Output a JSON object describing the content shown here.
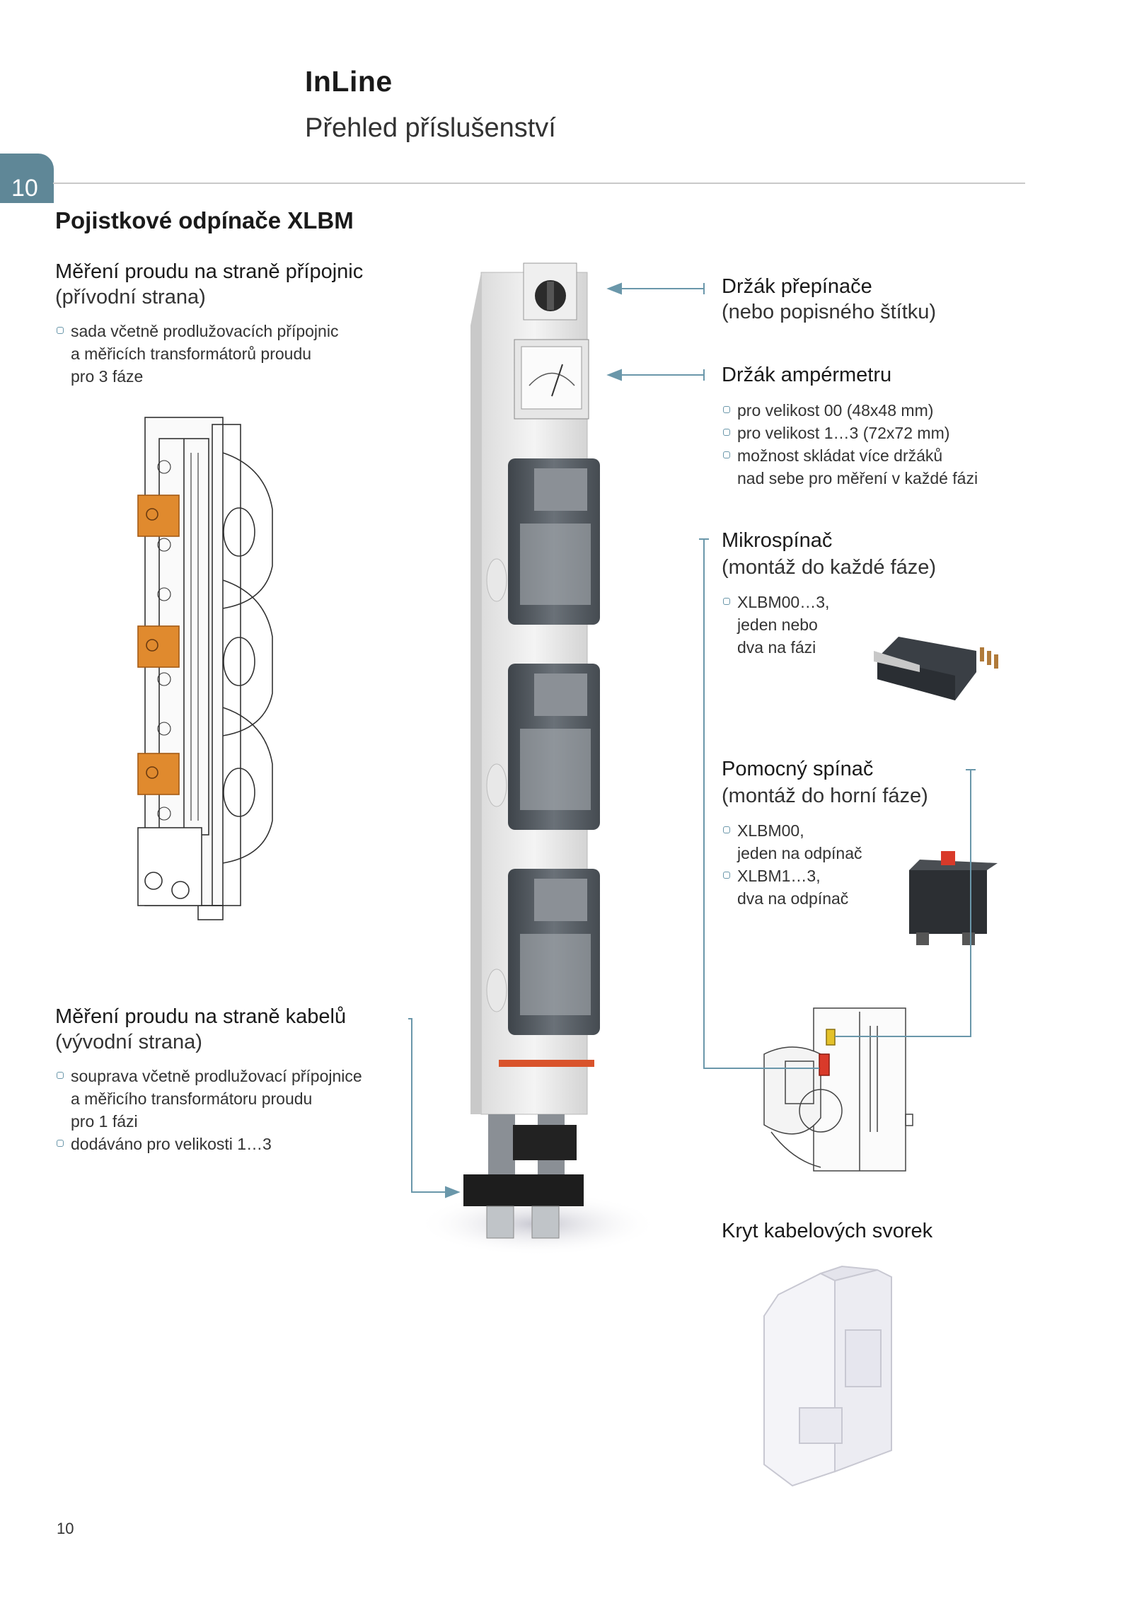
{
  "header": {
    "title": "InLine",
    "subtitle": "Přehled příslušenství"
  },
  "chapter_number": "10",
  "section_title": "Pojistkové odpínače XLBM",
  "left_top": {
    "heading1": "Měření proudu na straně přípojnic",
    "heading2": "(přívodní strana)",
    "bullets": [
      "sada včetně prodlužovacích přípojnic",
      "a měřicích transformátorů proudu",
      "pro 3 fáze"
    ]
  },
  "left_bottom": {
    "heading1": "Měření proudu na straně kabelů",
    "heading2": "(vývodní strana)",
    "bullets": [
      "souprava včetně prodlužovací přípojnice",
      "a měřicího transformátoru proudu",
      "pro 1 fázi",
      "dodáváno pro velikosti 1…3"
    ]
  },
  "switch_holder": {
    "heading1": "Držák přepínače",
    "heading2": "(nebo popisného štítku)"
  },
  "ammeter_holder": {
    "heading1": "Držák ampérmetru",
    "bullets": [
      "pro velikost 00 (48x48 mm)",
      "pro velikost 1…3 (72x72 mm)",
      "možnost skládat více držáků",
      "nad sebe pro měření v každé fázi"
    ]
  },
  "microswitch": {
    "heading1": "Mikrospínač",
    "heading2": "(montáž do každé fáze)",
    "bullets": [
      "XLBM00…3,",
      "jeden nebo",
      "dva na fázi"
    ]
  },
  "aux_switch": {
    "heading1": "Pomocný spínač",
    "heading2": "(montáž do horní fáze)",
    "bullets": [
      "XLBM00,",
      "jeden na odpínač",
      "XLBM1…3,",
      "dva na odpínač"
    ]
  },
  "cable_cover": {
    "heading1": "Kryt kabelových svorek"
  },
  "page_number": "10",
  "colors": {
    "accent": "#5f8797",
    "arrow": "#6a97aa",
    "orange": "#e08a2e"
  }
}
